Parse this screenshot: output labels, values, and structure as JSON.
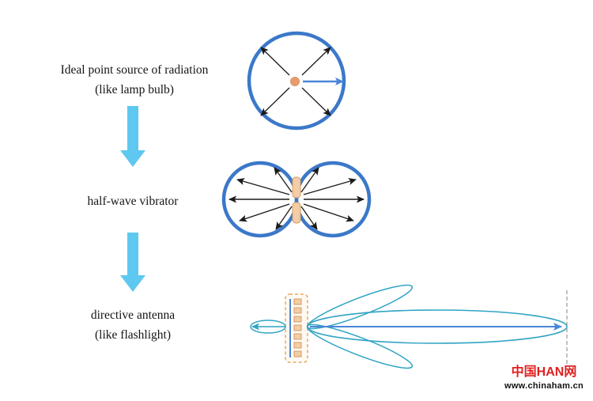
{
  "labels": {
    "point_source_line1": "Ideal point source of radiation",
    "point_source_line2": "(like lamp bulb)",
    "half_wave": "half-wave vibrator",
    "directive_line1": "directive antenna",
    "directive_line2": "(like flashlight)"
  },
  "watermark": {
    "brand": "中国HAN网",
    "url": "www.chinaham.cn"
  },
  "colors": {
    "circle-blue": "#3b78c9",
    "arrow-cyan": "#5ec8f0",
    "arrow-blue": "#4a86d8",
    "arrow-black": "#1a1a1a",
    "lobe-teal": "#2fa4c4",
    "dot-orange": "#e99a6f",
    "dipole-tan": "#f2cda6",
    "dipole-border": "#d79a62",
    "array-box-border": "#e3aa63",
    "array-box-fill": "#fffaf2",
    "watermark-red": "#e01f1f",
    "dash-gray": "#999999"
  },
  "icons": {
    "flow_arrow": "fat-down-arrow",
    "radiation_arrow": "thin-black-arrow"
  }
}
